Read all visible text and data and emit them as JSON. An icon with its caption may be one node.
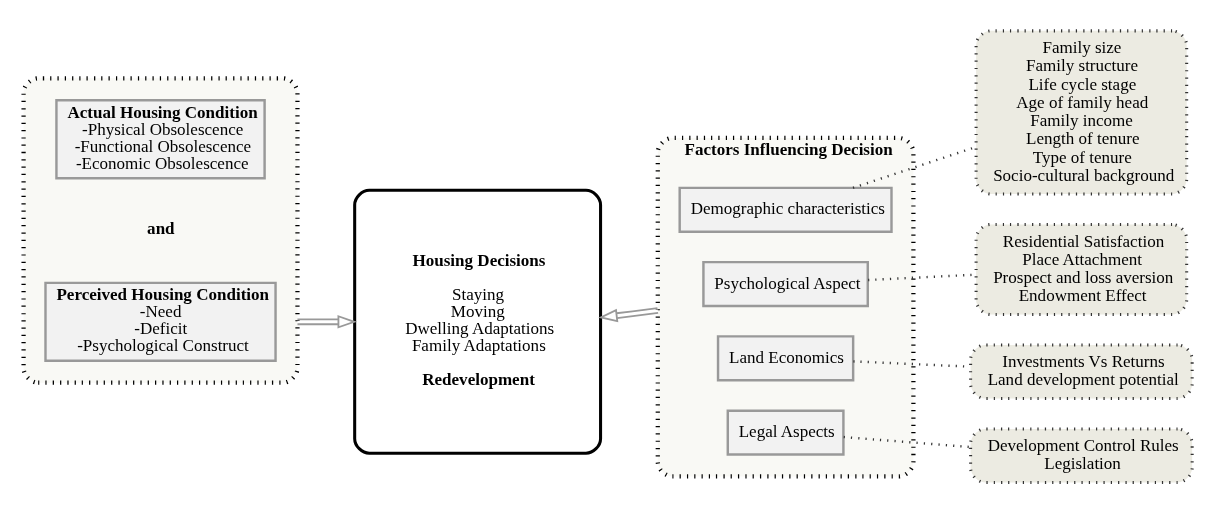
{
  "diagram": {
    "nodes": [
      {
        "text": [],
        "shape": "box"
      },
      {
        "text": [
          "Actual Housing Condition",
          "-Physical Obsolescence",
          "-Functional Obsolescence",
          "-Economic Obsolescence"
        ],
        "in": 0
      },
      {
        "text": [
          "Perceived Housing Condition",
          "-Need",
          "-Deficit",
          "-Psychological Construct"
        ],
        "in": 0
      },
      {
        "text": [
          "Housing Decisions",
          "Staying",
          "Moving",
          "Dwelling Adaptations",
          "Family Adaptations",
          "Redevelopment"
        ]
      },
      {
        "text": [
          "Factors Influencing Decision"
        ]
      },
      {
        "text": [
          "Demographic characteristics"
        ],
        "in": 4
      },
      {
        "text": [
          "Psychological Aspect"
        ],
        "in": 4
      },
      {
        "text": [
          "Land Economics"
        ],
        "in": 4
      },
      {
        "text": [
          "Legal Aspects"
        ],
        "in": 4
      },
      {
        "text": [
          "Family size",
          "Family structure",
          "Life cycle stage",
          "Age of family head",
          "Family income",
          "Length of tenure",
          "Type of tenure",
          "Socio-cultural background"
        ]
      },
      {
        "text": [
          "Residential Satisfaction",
          "Place Attachment",
          "Prospect and loss aversion",
          "Endowment Effect"
        ]
      },
      {
        "text": [
          "Investments Vs Returns",
          "Land development potential"
        ]
      },
      {
        "text": [
          "Development Control Rules",
          "Legislation"
        ]
      }
    ],
    "edges": [
      {
        "from": 0,
        "to": 3,
        "arrow": "to",
        "color": "#999999"
      },
      {
        "from": 4,
        "to": 3,
        "arrow": "to",
        "color": "#999999"
      },
      {
        "from": 5,
        "to": 9,
        "arrow": "none",
        "style": "dashed"
      },
      {
        "from": 6,
        "to": 10,
        "arrow": "none",
        "style": "dashed"
      },
      {
        "from": 7,
        "to": 11,
        "arrow": "none",
        "style": "dashed"
      },
      {
        "from": 8,
        "to": 12,
        "arrow": "none",
        "style": "dashed"
      }
    ],
    "labels": [
      "and"
    ]
  }
}
